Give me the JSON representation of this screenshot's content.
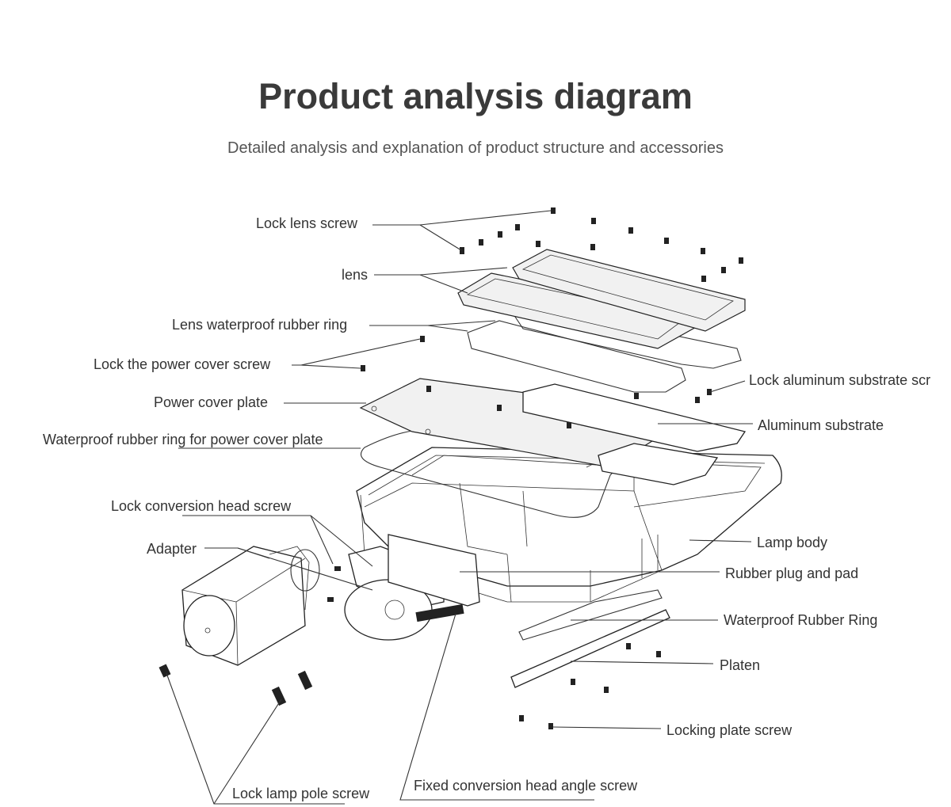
{
  "header": {
    "title": "Product analysis diagram",
    "subtitle": "Detailed analysis and explanation of product structure and accessories"
  },
  "labels": {
    "lock_lens_screw": "Lock lens screw",
    "lens": "lens",
    "lens_waterproof_rubber_ring": "Lens waterproof rubber ring",
    "lock_power_cover_screw": "Lock the power cover screw",
    "power_cover_plate": "Power cover plate",
    "waterproof_ring_power_cover": "Waterproof rubber ring for power cover plate",
    "lock_conversion_head_screw": "Lock conversion head screw",
    "adapter": "Adapter",
    "lock_aluminum_substrate_screw": "Lock aluminum substrate scr",
    "aluminum_substrate": "Aluminum substrate",
    "lamp_body": "Lamp body",
    "rubber_plug_and_pad": "Rubber plug and pad",
    "waterproof_rubber_ring": "Waterproof Rubber Ring",
    "platen": "Platen",
    "locking_plate_screw": "Locking plate screw",
    "lock_lamp_pole_screw": "Lock lamp pole screw",
    "fixed_conversion_head_angle_screw": "Fixed conversion head angle screw"
  },
  "colors": {
    "title": "#3a3a3a",
    "text": "#333333",
    "line": "#333333"
  }
}
